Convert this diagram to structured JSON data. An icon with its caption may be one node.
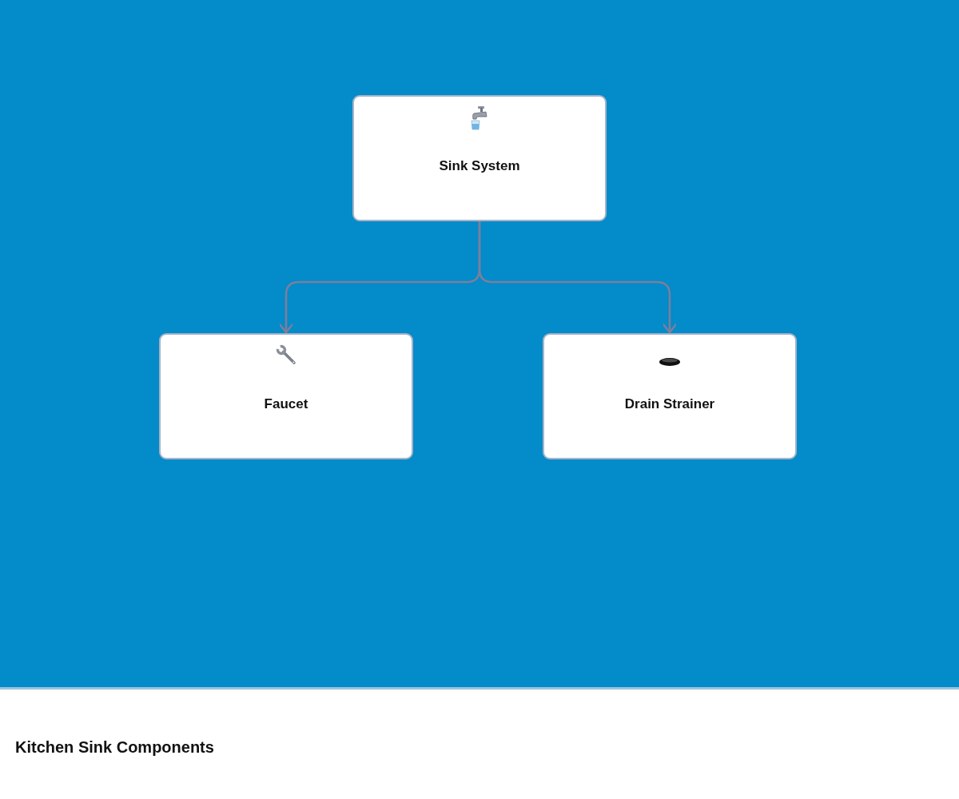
{
  "diagram": {
    "title": "Kitchen Sink Components",
    "nodes": [
      {
        "text": [
          "Sink System"
        ]
      },
      {
        "text": [
          "Faucet"
        ]
      },
      {
        "text": [
          "Drain Strainer"
        ]
      }
    ],
    "edges": [
      {
        "from": 0,
        "to": 1,
        "arrow": "to"
      },
      {
        "from": 0,
        "to": 2,
        "arrow": "to"
      }
    ]
  }
}
